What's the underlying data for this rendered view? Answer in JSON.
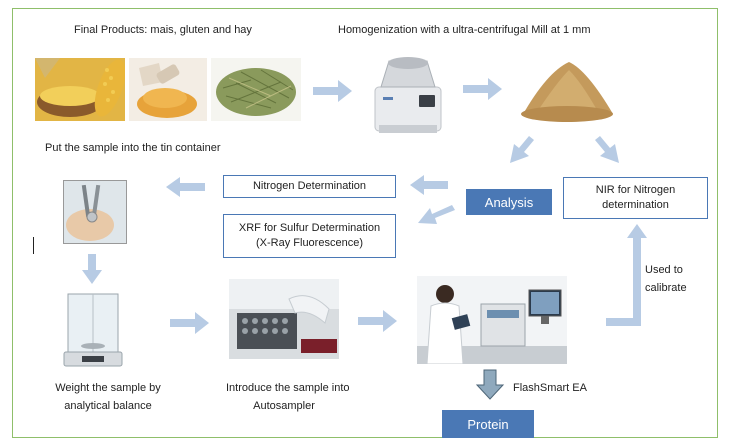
{
  "labels": {
    "final_products": "Final Products: mais, gluten and hay",
    "homogenization": "Homogenization  with a ultra-centrifugal Mill at 1 mm",
    "put_sample": "Put the sample into the tin container",
    "weight_line1": "Weight the sample by",
    "weight_line2": "analytical balance",
    "introduce_line1": "Introduce the sample into",
    "introduce_line2": "Autosampler",
    "flashsmart": "FlashSmart EA",
    "used_line1": "Used to",
    "used_line2": "calibrate"
  },
  "boxes": {
    "nitrogen": "Nitrogen Determination",
    "xrf_line1": "XRF for Sulfur Determination",
    "xrf_line2": "(X-Ray Fluorescence)",
    "nir_line1": "NIR for Nitrogen",
    "nir_line2": "determination"
  },
  "filled": {
    "analysis": "Analysis",
    "protein": "Protein"
  },
  "colors": {
    "arrow": "#b7cbe4",
    "box_border": "#4a78b5",
    "box_fill": "#4a78b5",
    "frame": "#8fbf6a",
    "down_arrow": "#6f8fa6"
  }
}
